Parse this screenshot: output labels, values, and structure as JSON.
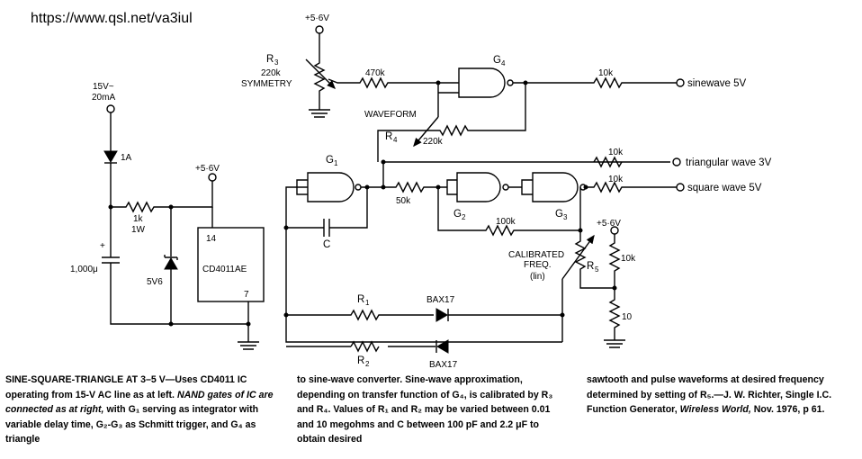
{
  "header": {
    "url": "https://www.qsl.net/va3iul"
  },
  "labels": {
    "supply_top": "+5·6V",
    "supply_ic": "+5·6V",
    "supply_right": "+5·6V",
    "ac_in_1": "15V~",
    "ac_in_2": "20mA",
    "diode": "1A",
    "r_series_1": "1k",
    "r_series_2": "1W",
    "cap_plus": "+",
    "cap_value": "1,000μ",
    "zener": "5V6",
    "ic_name": "CD4011AE",
    "pin14": "14",
    "pin7": "7",
    "r3_name": "R",
    "r3_sub": "3",
    "r3_value": "220k",
    "r3_desc": "SYMMETRY",
    "r470": "470k",
    "g4": "G",
    "g4_sub": "4",
    "r10k_sine": "10k",
    "out_sine": "sinewave 5V",
    "waveform": "WAVEFORM",
    "r4_name": "R",
    "r4_sub": "4",
    "r4_value": "220k",
    "g1": "G",
    "g1_sub": "1",
    "r10k_tri": "10k",
    "out_tri": "triangular wave 3V",
    "r10k_sq": "10k",
    "out_sq": "square wave 5V",
    "r50k": "50k",
    "g2": "G",
    "g2_sub": "2",
    "g3": "G",
    "g3_sub": "3",
    "r100k": "100k",
    "cap_c": "C",
    "calib_1": "CALIBRATED",
    "calib_2": "FREQ.",
    "calib_3": "(lin)",
    "r5_name": "R",
    "r5_sub": "5",
    "r10k_right": "10k",
    "r10_right": "10",
    "r1_name": "R",
    "r1_sub": "1",
    "bax17_top": "BAX17",
    "r2_name": "R",
    "r2_sub": "2",
    "bax17_bottom": "BAX17"
  },
  "caption": {
    "col1_heading": "SINE-SQUARE-TRIANGLE AT 3–5 V",
    "col1_text_a": "—Uses CD4011 IC operating from 15-V AC line as at left.",
    "col1_text_b": "NAND gates of IC are connected as at right,",
    "col1_text_c": "with G₁ serving as integrator with variable delay time, G₂-G₃ as Schmitt trigger, and G₄ as triangle",
    "col2_text": "to sine-wave converter. Sine-wave approximation, depending on transfer function of G₄, is calibrated by R₃ and R₄. Values of R₁ and R₂ may be varied between 0.01 and 10 megohms and C between 100 pF and 2.2 μF to obtain desired",
    "col3_text_a": "sawtooth and pulse waveforms at desired frequency determined by setting of R₅.—J. W. Richter, Single I.C. Function Generator,",
    "col3_text_b": "Wireless World,",
    "col3_text_c": "Nov. 1976, p 61."
  }
}
